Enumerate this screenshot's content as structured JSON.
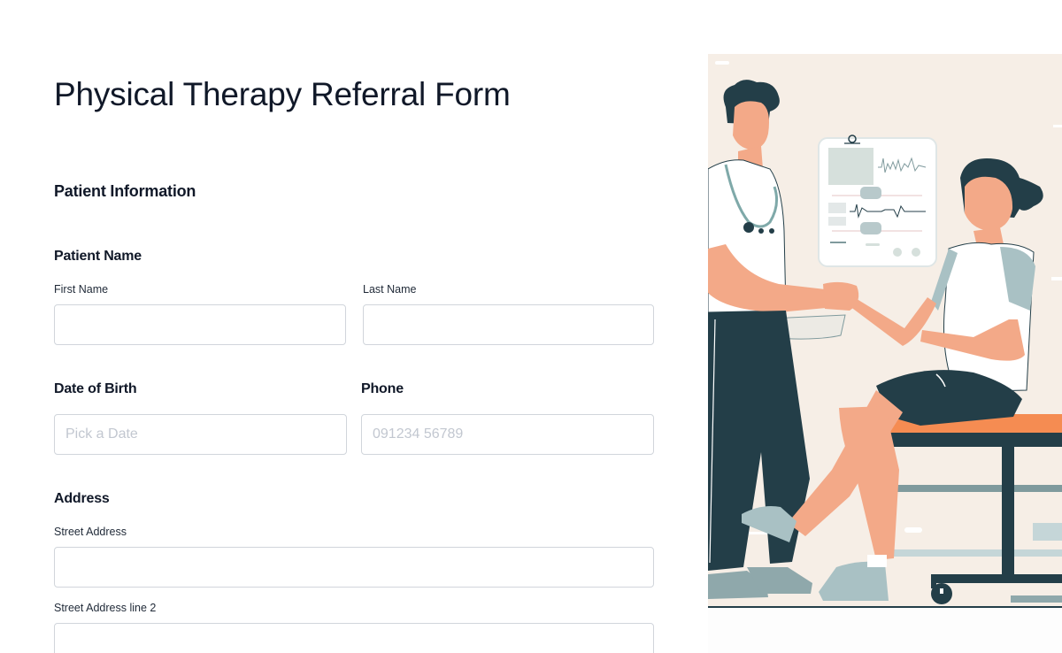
{
  "page": {
    "title": "Physical Therapy Referral Form"
  },
  "sections": {
    "patient_information": {
      "title": "Patient Information"
    }
  },
  "patient_name": {
    "title": "Patient Name",
    "first_name": {
      "label": "First Name",
      "value": "",
      "placeholder": ""
    },
    "last_name": {
      "label": "Last Name",
      "value": "",
      "placeholder": ""
    }
  },
  "date_of_birth": {
    "title": "Date of Birth",
    "value": "",
    "placeholder": "Pick a Date"
  },
  "phone": {
    "title": "Phone",
    "value": "",
    "placeholder": "091234 56789"
  },
  "address": {
    "title": "Address",
    "street": {
      "label": "Street Address",
      "value": "",
      "placeholder": ""
    },
    "street2": {
      "label": "Street Address line 2",
      "value": "",
      "placeholder": ""
    }
  },
  "illustration": {
    "description": "Physical therapist shaking hands with seated patient on treatment table",
    "colors": {
      "wall": "#f6eee6",
      "dark": "#233e48",
      "skin": "#f3a988",
      "teal_gray": "#9fb8bc",
      "orange": "#f58c52",
      "white": "#ffffff"
    }
  }
}
